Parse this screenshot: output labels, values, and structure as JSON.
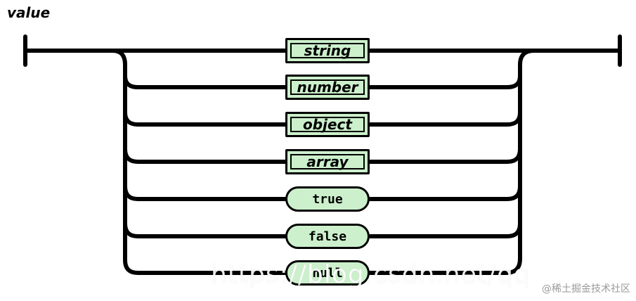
{
  "diagram": {
    "title": "value",
    "nodes": [
      {
        "label": "string",
        "kind": "nonterminal"
      },
      {
        "label": "number",
        "kind": "nonterminal"
      },
      {
        "label": "object",
        "kind": "nonterminal"
      },
      {
        "label": "array",
        "kind": "nonterminal"
      },
      {
        "label": "true",
        "kind": "terminal"
      },
      {
        "label": "false",
        "kind": "terminal"
      },
      {
        "label": "null",
        "kind": "terminal"
      }
    ],
    "fill_color": "#ccf0cc",
    "line_color": "#000000"
  },
  "watermark": "https://blog.csdn.net/qq",
  "credit": "@稀土掘金技术社区"
}
